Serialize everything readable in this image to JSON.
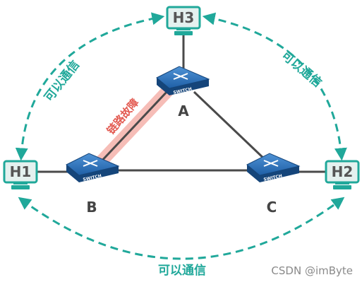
{
  "hosts": {
    "h1": {
      "label": "H1"
    },
    "h2": {
      "label": "H2"
    },
    "h3": {
      "label": "H3"
    }
  },
  "switches": {
    "a": {
      "label": "A",
      "device_text": "SWITCH"
    },
    "b": {
      "label": "B",
      "device_text": "SWITCH"
    },
    "c": {
      "label": "C",
      "device_text": "SWITCH"
    }
  },
  "annotations": {
    "comm_h1_h3": "可以通信",
    "comm_h3_h2": "可以通信",
    "comm_h1_h2": "可以通信",
    "link_fault": "链路故障"
  },
  "watermark": "CSDN @imByte",
  "colors": {
    "accent_teal": "#20a89a",
    "fault_red": "#e35b52",
    "fault_glow": "#f4a7a0",
    "link_gray": "#4a4a4a",
    "switch_blue": "#1f5fa6"
  }
}
